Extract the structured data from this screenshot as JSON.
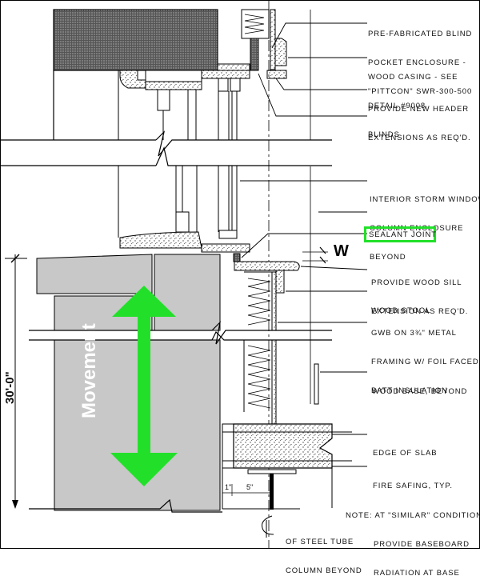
{
  "drawing": {
    "title": "Window sill / column enclosure section detail",
    "colors": {
      "highlight": "#22e02a",
      "masonry_fill": "#c8c8c8",
      "line": "#000000"
    },
    "callouts": [
      {
        "id": "blind_pocket",
        "lines": [
          "PRE-FABRICATED BLIND",
          "POCKET ENCLOSURE -",
          "\"PITTCON\" SWR-300-500"
        ]
      },
      {
        "id": "wood_casing",
        "lines": [
          "WOOD CASING - SEE",
          "DETAIL #9008"
        ]
      },
      {
        "id": "header_ext",
        "lines": [
          "PROVIDE NEW HEADER",
          "EXTENSIONS AS REQ'D."
        ]
      },
      {
        "id": "blinds",
        "lines": [
          "BLINDS"
        ]
      },
      {
        "id": "storm_window",
        "lines": [
          "INTERIOR STORM WINDOW"
        ]
      },
      {
        "id": "column_enclosure",
        "lines": [
          "COLUMN ENCLOSURE",
          "BEYOND"
        ]
      },
      {
        "id": "sealant_joint",
        "lines": [
          "SEALANT JOINT"
        ],
        "highlighted": true
      },
      {
        "id": "sill_ext",
        "lines": [
          "PROVIDE WOOD SILL",
          "EXTENSION AS REQ'D."
        ]
      },
      {
        "id": "wood_stool",
        "lines": [
          "WOOD STOOL"
        ]
      },
      {
        "id": "gwb",
        "lines": [
          "GWB ON 3¾\" METAL",
          "FRAMING W/ FOIL FACED",
          "BATT INSULATION"
        ]
      },
      {
        "id": "wood_base",
        "lines": [
          "WOOD BASE, BEYOND"
        ]
      },
      {
        "id": "edge_slab",
        "lines": [
          "EDGE OF SLAB"
        ]
      },
      {
        "id": "fire_safing",
        "lines": [
          "FIRE SAFING, TYP."
        ]
      }
    ],
    "note": [
      "NOTE: AT \"SIMILAR\" CONDITION,",
      "PROVIDE BASEBOARD",
      "RADIATION AT BASE"
    ],
    "centerline_label": [
      "OF STEEL TUBE",
      "COLUMN BEYOND"
    ],
    "dimension_height": "30'-0\"",
    "dimension_w": "W",
    "dim_small_1": "1\"",
    "dim_small_2": "5\"",
    "movement_label": "Movement"
  }
}
